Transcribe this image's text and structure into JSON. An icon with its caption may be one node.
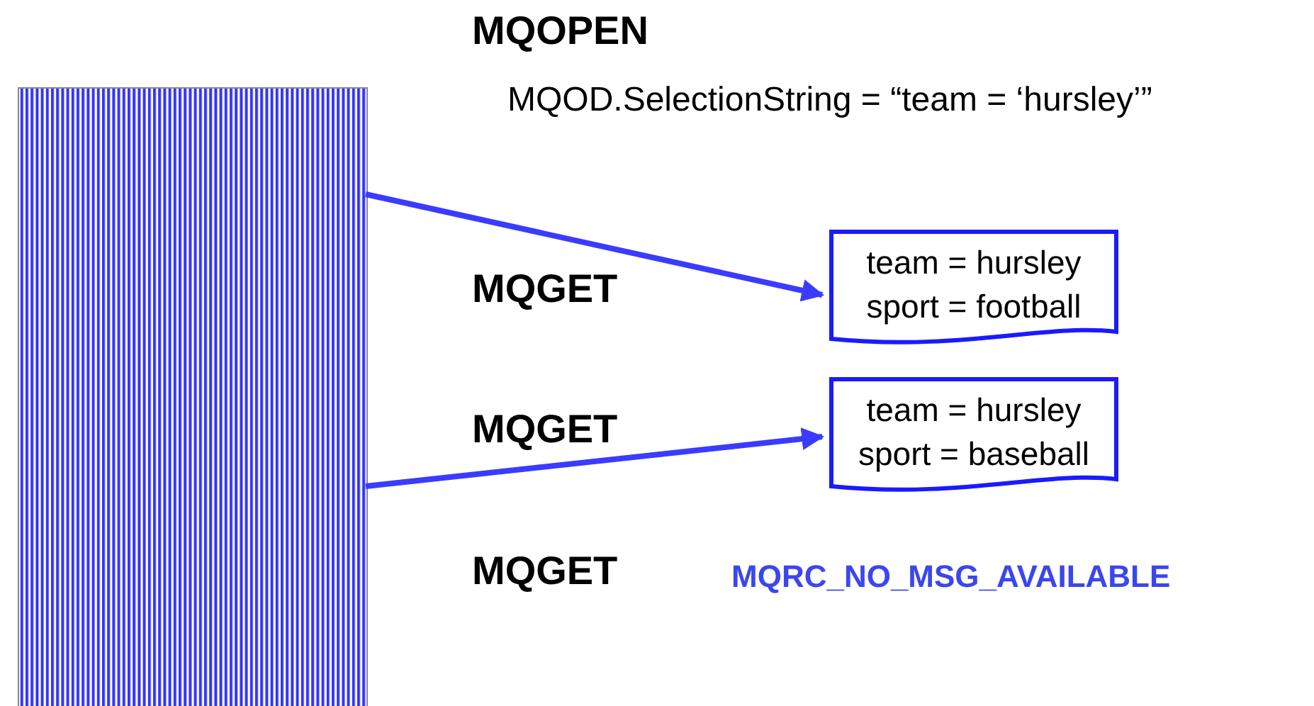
{
  "diagram": {
    "nodes": [
      {
        "text": [],
        "shape": "box"
      },
      {
        "text": [
          "team = hursley",
          "sport = football"
        ]
      },
      {
        "text": [
          "team = hursley",
          "sport = baseball"
        ]
      }
    ],
    "edges": [
      {
        "from": 0,
        "to": 1,
        "arrow": "to"
      },
      {
        "from": 0,
        "to": 2,
        "arrow": "to"
      }
    ],
    "labels": [
      "MQOPEN",
      "MQOD.SelectionString = “team = ‘hursley’”",
      "MQGET",
      "MQGET",
      "MQGET",
      "MQRC_NO_MSG_AVAILABLE"
    ]
  }
}
